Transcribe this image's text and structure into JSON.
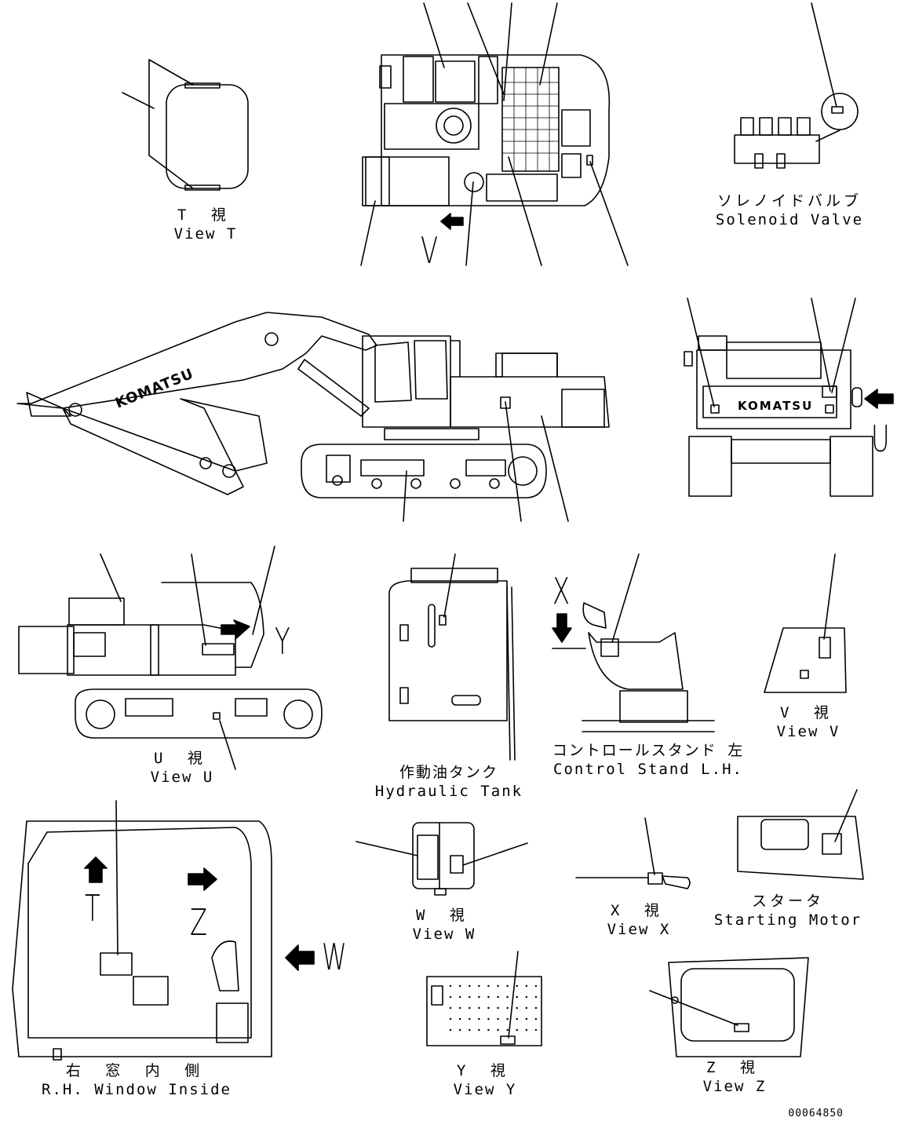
{
  "views": {
    "t": {
      "jp": "T 視",
      "en": "View T"
    },
    "solenoid": {
      "jp": "ソレノイドバルブ",
      "en": "Solenoid Valve"
    },
    "u": {
      "jp": "U 視",
      "en": "View U"
    },
    "tank": {
      "jp": "作動油タンク",
      "en": "Hydraulic Tank"
    },
    "control": {
      "jp": "コントロールスタンド 左",
      "en": "Control Stand L.H."
    },
    "v": {
      "jp": "V 視",
      "en": "View V"
    },
    "rh_window": {
      "jp": "右 窓 内 側",
      "en": "R.H. Window Inside"
    },
    "w": {
      "jp": "W 視",
      "en": "View W"
    },
    "x": {
      "jp": "X 視",
      "en": "View X"
    },
    "starter": {
      "jp": "スタータ",
      "en": "Starting Motor"
    },
    "y": {
      "jp": "Y 視",
      "en": "View Y"
    },
    "z": {
      "jp": "Z 視",
      "en": "View Z"
    }
  },
  "callouts": {
    "v_top": "V",
    "u_side": "U",
    "y_side": "Y",
    "x_top": "X",
    "t_cab": "T",
    "z_cab": "Z",
    "w_cab": "W"
  },
  "brand": "KOMATSU",
  "drawing_number": "00064850"
}
